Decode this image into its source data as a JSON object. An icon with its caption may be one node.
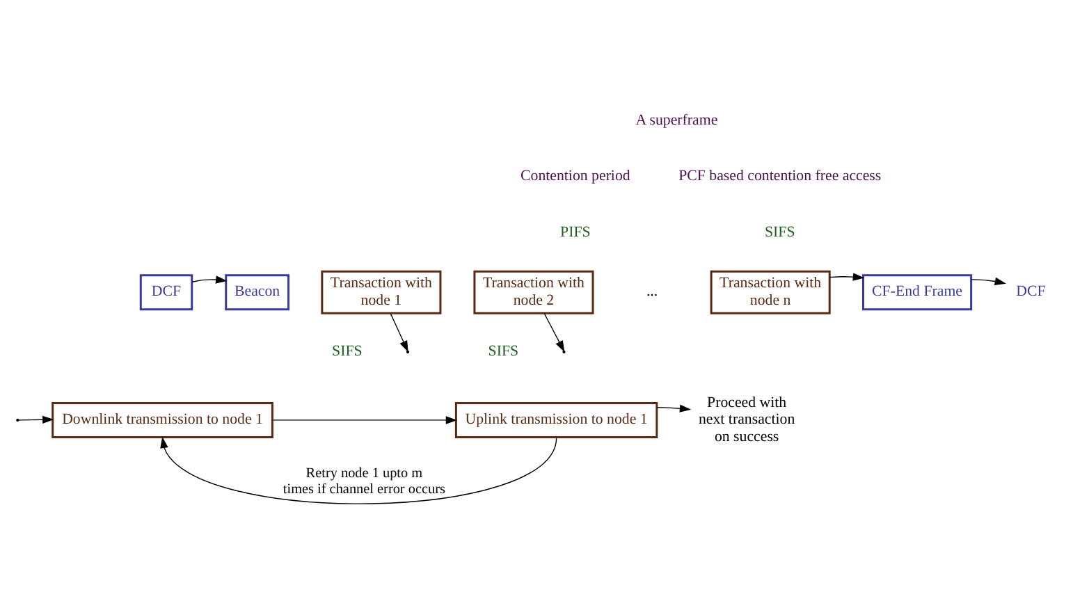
{
  "diagram": {
    "nodes": [
      {
        "text": [
          "DCF"
        ]
      },
      {
        "text": [
          "Beacon"
        ]
      },
      {
        "text": [
          "Transaction with node 1"
        ]
      },
      {
        "text": [
          "Transaction with node 2"
        ]
      },
      {
        "text": [
          "Transaction with node n"
        ]
      },
      {
        "text": [
          "CF-End Frame"
        ]
      },
      {
        "text": [
          "DCF"
        ]
      },
      {
        "text": [
          "Downlink transmission to node 1"
        ]
      },
      {
        "text": [
          "Uplink transmission to node 1"
        ]
      },
      {
        "text": [
          "Proceed with next transaction on success"
        ]
      }
    ],
    "edges": [
      {
        "from": 0,
        "to": 1,
        "arrow": "to"
      },
      {
        "from": 4,
        "to": 5,
        "arrow": "to"
      },
      {
        "from": 5,
        "to": 6,
        "arrow": "to"
      },
      {
        "from": 2,
        "to": null,
        "arrow": "to"
      },
      {
        "from": 3,
        "to": null,
        "arrow": "to"
      },
      {
        "from": null,
        "to": 7,
        "arrow": "to"
      },
      {
        "from": 7,
        "to": 8,
        "arrow": "to"
      },
      {
        "from": 8,
        "to": 9,
        "arrow": "to"
      },
      {
        "from": 8,
        "to": 7,
        "arrow": "to",
        "label": "Retry node 1 upto m times if channel error occurs"
      }
    ],
    "labels": [
      "A superframe",
      "Contention period",
      "PCF based contention free access",
      "PIFS",
      "SIFS",
      "...",
      "SIFS",
      "SIFS"
    ]
  }
}
